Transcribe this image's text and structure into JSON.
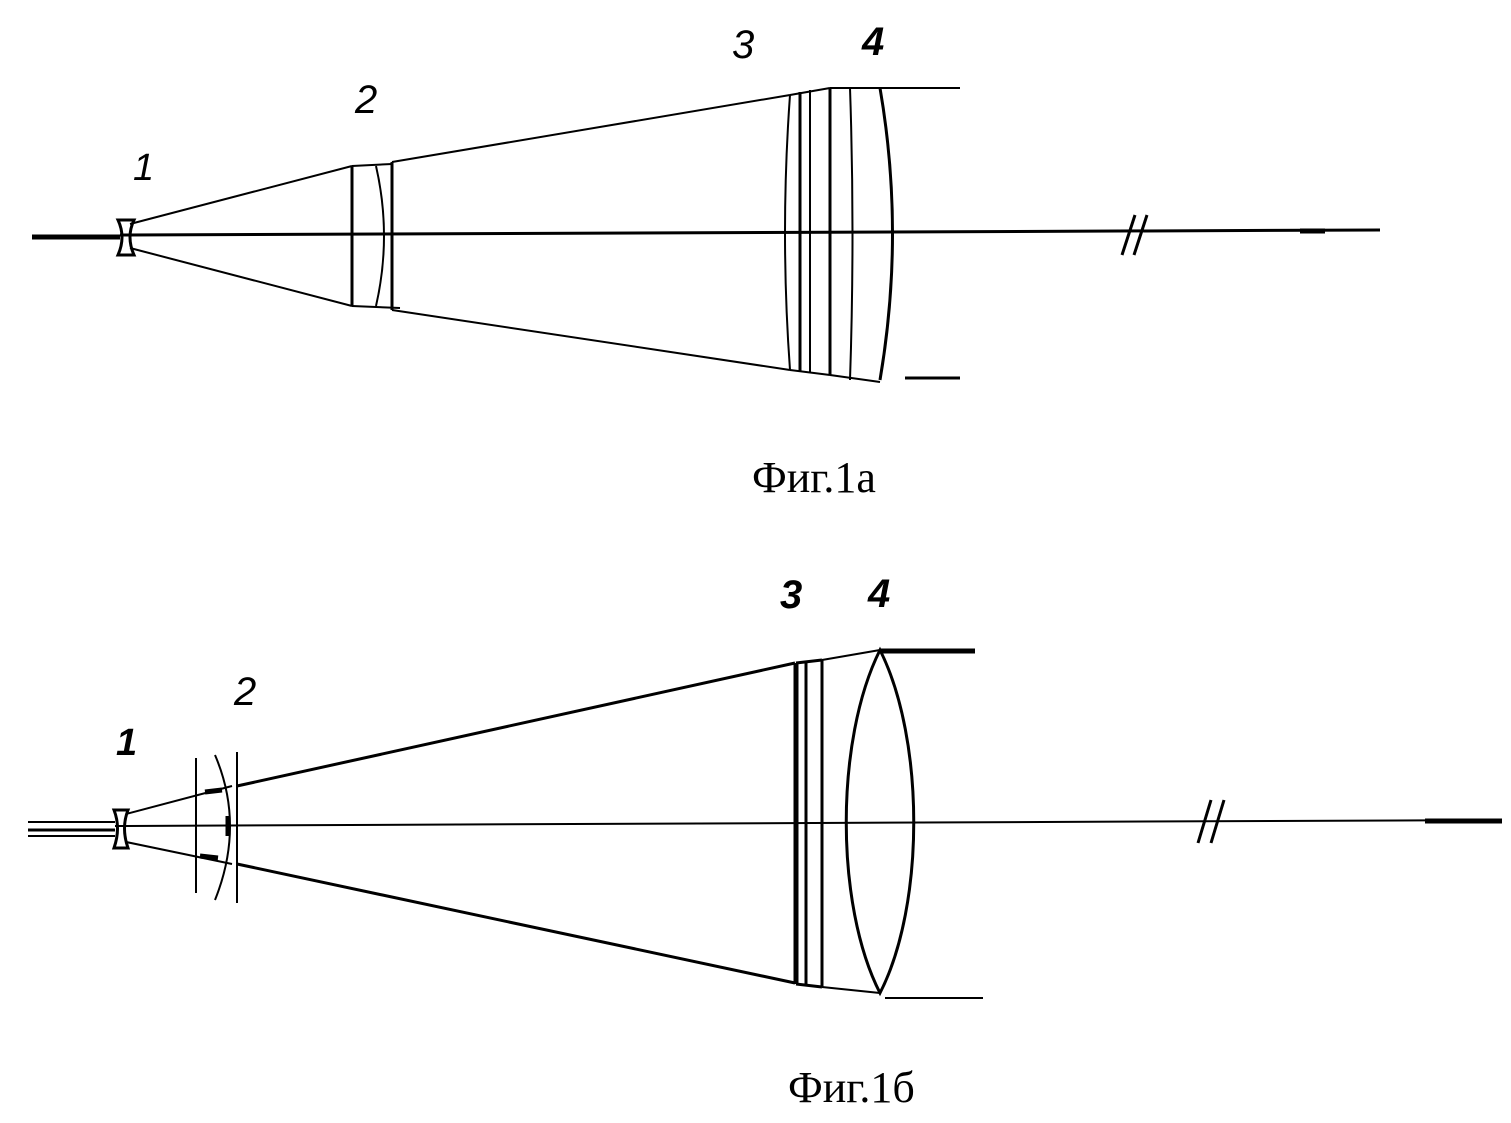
{
  "figures": [
    {
      "caption": "Фиг.1а",
      "labels": {
        "element_1": "1",
        "element_2": "2",
        "element_3": "3",
        "element_4": "4"
      }
    },
    {
      "caption": "Фиг.1б",
      "labels": {
        "element_1": "1",
        "element_2": "2",
        "element_3": "3",
        "element_4": "4"
      }
    }
  ],
  "axis_break_mark": "//"
}
